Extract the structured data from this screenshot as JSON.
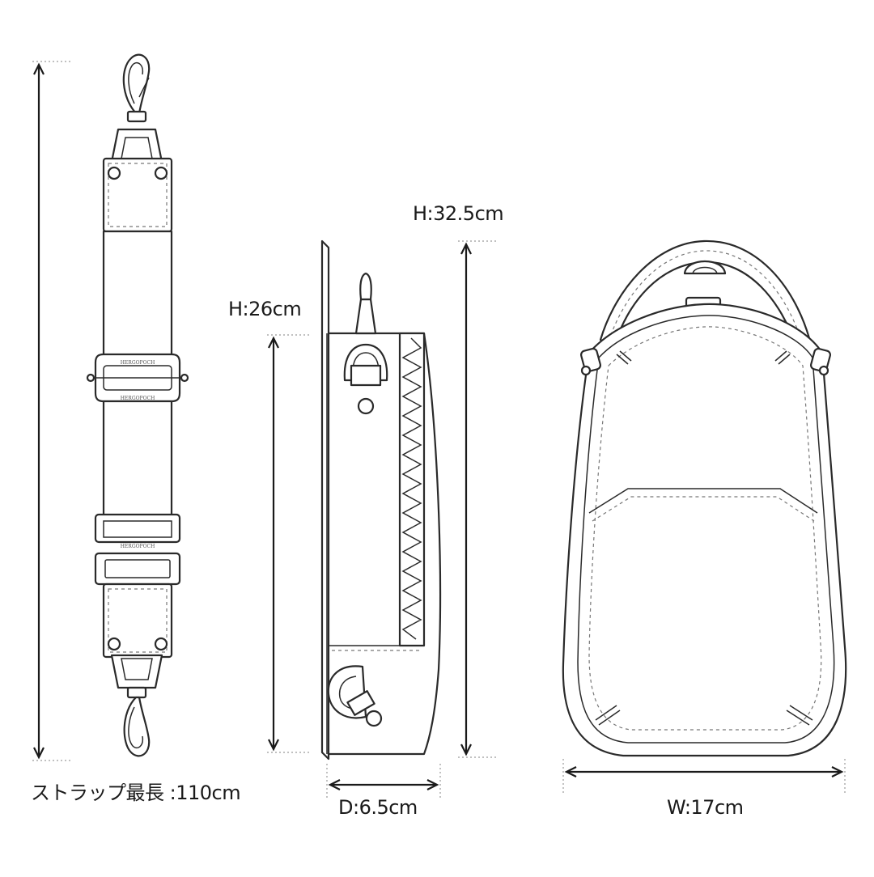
{
  "labels": {
    "strap_length": "ストラップ最長 :110cm",
    "side_height": "H:26cm",
    "depth": "D:6.5cm",
    "total_height": "H:32.5cm",
    "width": "W:17cm"
  },
  "hardware_text": {
    "buckle_top": "HERGOPOCH",
    "buckle_bottom": "HERGOPOCH",
    "slider": "HERGOPOCH"
  },
  "colors": {
    "line": "#2a2a2a",
    "background": "#ffffff"
  }
}
